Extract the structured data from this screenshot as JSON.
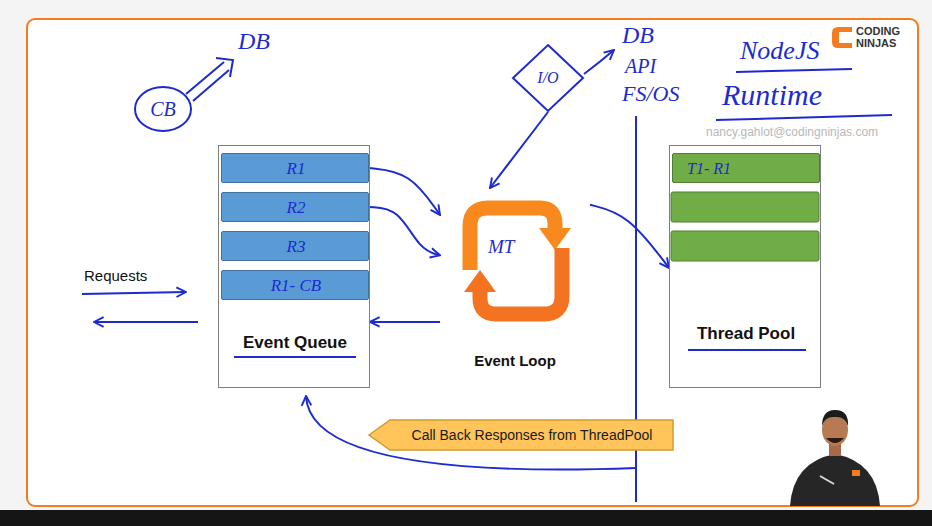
{
  "diagram": {
    "nodes": [
      {
        "text": [
          "Event Queue"
        ]
      },
      {
        "text": [
          "R1"
        ],
        "in": 0
      },
      {
        "text": [
          "R2"
        ],
        "in": 0
      },
      {
        "text": [
          "R3"
        ],
        "in": 0
      },
      {
        "text": [
          "R1- CB"
        ],
        "in": 0
      },
      {
        "text": [
          "MT",
          "Event Loop"
        ]
      },
      {
        "text": [
          "Thread Pool"
        ]
      },
      {
        "text": [
          "T1- R1"
        ],
        "in": 6
      },
      {
        "text": [
          "I/O"
        ]
      },
      {
        "text": [
          "CB"
        ]
      },
      {
        "text": [
          "Call Back Responses from ThreadPool"
        ]
      }
    ],
    "edges": [
      {
        "from": 1,
        "to": 5,
        "arrow": "to"
      },
      {
        "from": 2,
        "to": 5,
        "arrow": "to"
      },
      {
        "from": 5,
        "to": 0,
        "arrow": "to"
      },
      {
        "from": 5,
        "to": 6,
        "arrow": "to"
      },
      {
        "from": 8,
        "to": 5,
        "arrow": "to"
      }
    ],
    "labels": [
      "DB",
      "DB",
      "API",
      "FS/OS",
      "NodeJS",
      "Runtime",
      "Requests",
      "nancy.gahlot@codingninjas.com",
      "CODING",
      "NINJAS"
    ]
  }
}
